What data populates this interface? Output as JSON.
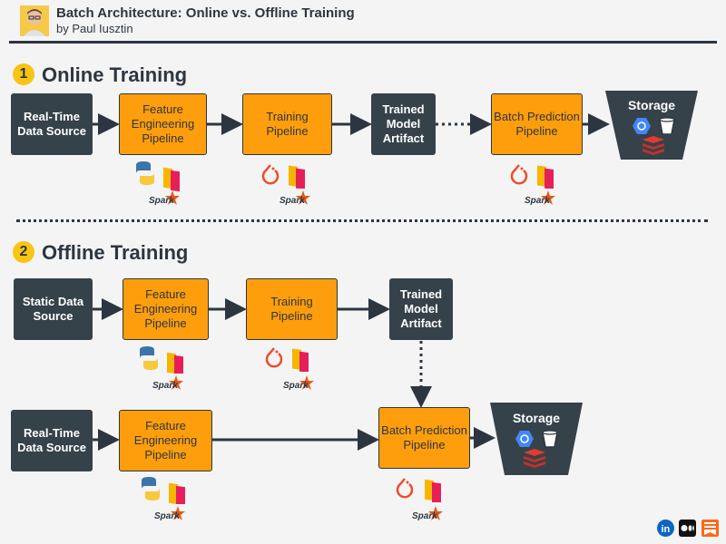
{
  "header": {
    "title": "Batch Architecture: Online vs. Offline Training",
    "author": "by Paul Iusztin"
  },
  "sections": [
    {
      "number": "1",
      "title": "Online Training"
    },
    {
      "number": "2",
      "title": "Offline Training"
    }
  ],
  "online": {
    "source": "Real-Time Data Source",
    "feature": "Feature Engineering Pipeline",
    "training": "Training Pipeline",
    "artifact": "Trained Model Artifact",
    "batch": "Batch Prediction Pipeline",
    "storage": "Storage"
  },
  "offline": {
    "static_source": "Static Data Source",
    "feature_top": "Feature Engineering Pipeline",
    "training": "Training Pipeline",
    "artifact": "Trained Model Artifact",
    "rt_source": "Real-Time Data Source",
    "feature_bottom": "Feature Engineering Pipeline",
    "batch": "Batch Prediction Pipeline",
    "storage": "Storage"
  },
  "tools": {
    "spark": "Spark"
  },
  "colors": {
    "dark": "#36424a",
    "orange": "#ff9e0c",
    "accent": "#f9c514",
    "line": "#2d3640"
  },
  "icons": [
    "python-icon",
    "feature-store-icon",
    "pytorch-icon",
    "spark-icon",
    "bigquery-icon",
    "bucket-icon",
    "redis-icon",
    "linkedin-icon",
    "medium-icon",
    "substack-icon"
  ]
}
